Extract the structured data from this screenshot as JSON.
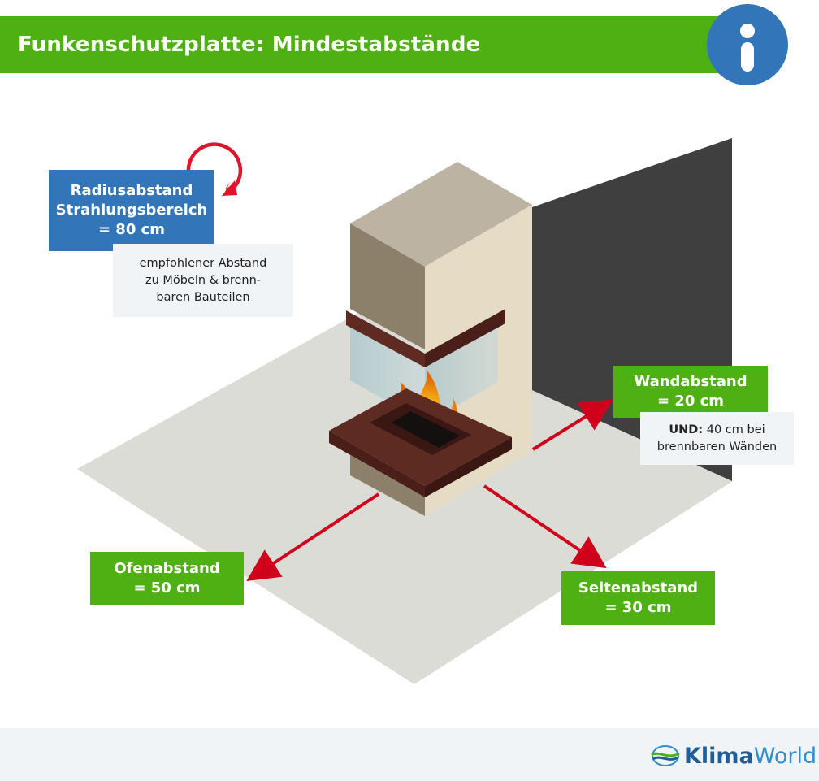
{
  "header": {
    "title": "Funkenschutzplatte: Mindestabstände"
  },
  "info_icon": "info-icon",
  "radius_box": {
    "line1": "Radiusabstand",
    "line2": "Strahlungsbereich",
    "line3": "= 80 cm"
  },
  "radius_note": {
    "line1": "empfohlener Abstand",
    "line2": "zu Möbeln & brenn-",
    "line3": "baren Bauteilen"
  },
  "wall_box": {
    "line1": "Wandabstand",
    "line2": "= 20 cm"
  },
  "wall_note": {
    "bold": "UND:",
    "rest": " 40 cm bei",
    "line2": "brennbaren Wänden"
  },
  "stove_box": {
    "line1": "Ofenabstand",
    "line2": "= 50 cm"
  },
  "side_box": {
    "line1": "Seitenabstand",
    "line2": "= 30 cm"
  },
  "logo": {
    "part1": "Klima",
    "part2": "World"
  },
  "colors": {
    "green": "#4fb013",
    "blue": "#3276b9",
    "red": "#d0021b",
    "wall": "#3f3f3f",
    "floor": "#dcdcd7"
  }
}
